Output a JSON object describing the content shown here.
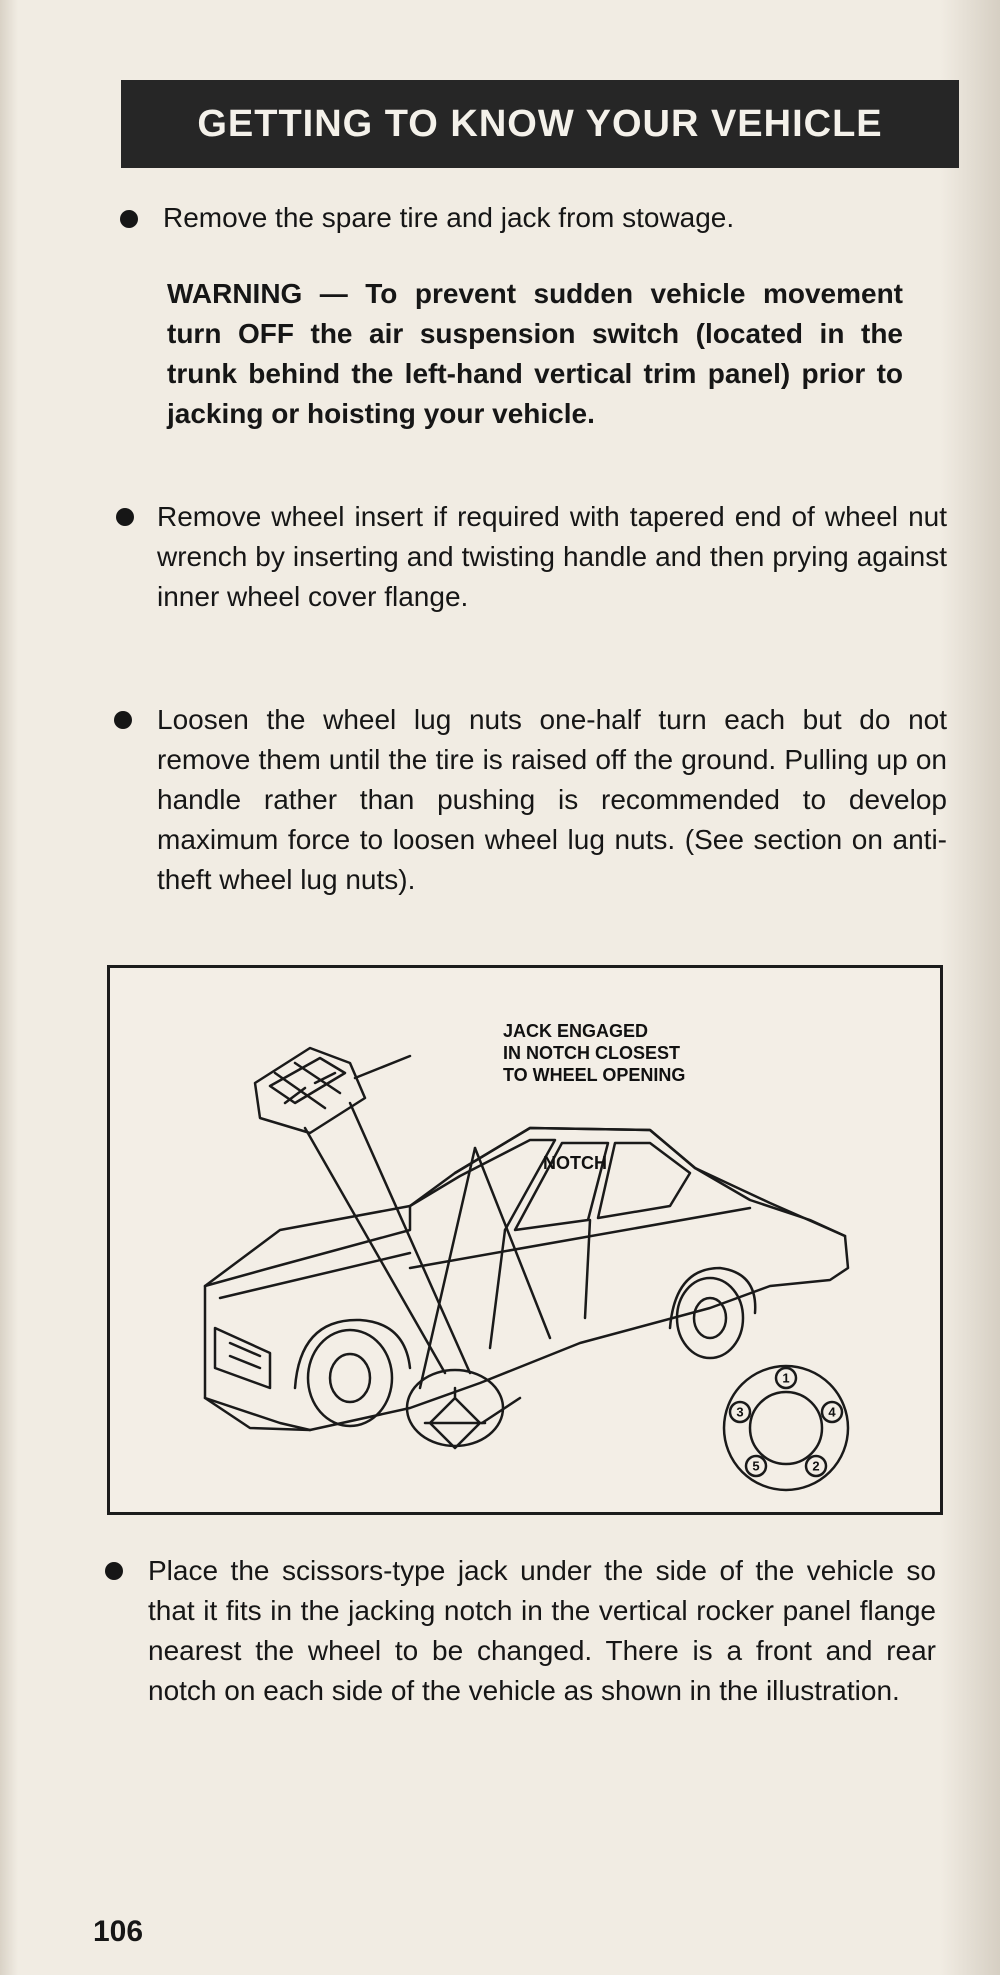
{
  "header": {
    "title": "GETTING TO KNOW YOUR VEHICLE"
  },
  "content": {
    "bullet1": "Remove the spare tire and jack from stowage.",
    "warning": "WARNING — To prevent sudden vehicle movement turn OFF the air suspension switch (located in the trunk behind the left-hand vertical trim panel) prior to jacking or hoisting your vehicle.",
    "bullet2": "Remove wheel insert if required with tapered end of wheel nut wrench by inserting and twisting handle and then prying against inner wheel cover flange.",
    "bullet3": "Loosen the wheel lug nuts one-half turn each but do not remove them until the tire is raised off the ground. Pulling up on handle rather than pushing is recommended to develop maximum force to loosen wheel lug nuts. (See section on anti-theft wheel lug nuts).",
    "bullet4": "Place the scissors-type jack under the side of the vehicle so that it fits in the jacking notch in the vertical rocker panel flange nearest the wheel to be changed. There is a front and rear notch on each side of the vehicle as shown in the illustration."
  },
  "illustration": {
    "label_jack_line1": "JACK ENGAGED",
    "label_jack_line2": "IN NOTCH CLOSEST",
    "label_jack_line3": "TO WHEEL OPENING",
    "label_notch": "NOTCH",
    "lug_numbers": [
      "1",
      "2",
      "3",
      "4",
      "5"
    ]
  },
  "footer": {
    "page_number": "106"
  }
}
